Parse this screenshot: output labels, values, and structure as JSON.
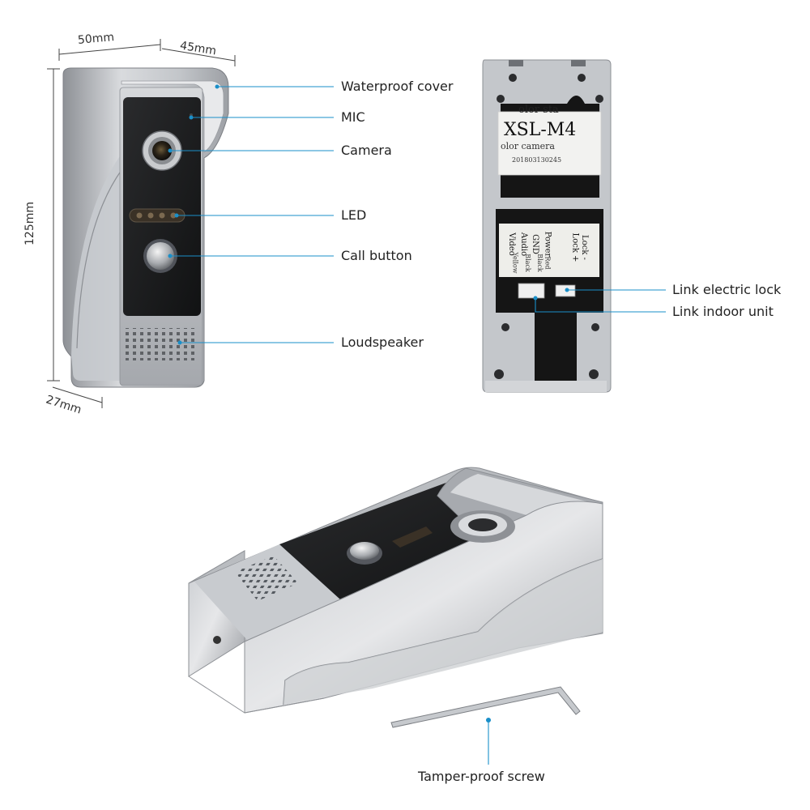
{
  "dimensions": {
    "width": "50mm",
    "depth_top": "45mm",
    "height": "125mm",
    "depth_bottom": "27mm"
  },
  "front_callouts": {
    "waterproof_cover": "Waterproof cover",
    "mic": "MIC",
    "camera": "Camera",
    "led": "LED",
    "call_button": "Call button",
    "loudspeaker": "Loudspeaker"
  },
  "back_panel": {
    "sticker_top": "olor sta",
    "model": "XSL-M4",
    "sticker_sub": "olor camera",
    "serial": "201803130245",
    "terminal_labels": [
      "Lock -",
      "Lock +",
      "Power",
      "GND",
      "Audio",
      "Video"
    ],
    "wire_colors": [
      "Red",
      "Black",
      "Black",
      "Yellow"
    ]
  },
  "back_callouts": {
    "electric_lock": "Link electric lock",
    "indoor_unit": "Link indoor unit"
  },
  "bottom_callouts": {
    "tamper_screw": "Tamper-proof screw"
  },
  "colors": {
    "callout_line": "#1a8fc9",
    "housing": "#b9bcc0",
    "faceplate": "#1c1c1c"
  }
}
